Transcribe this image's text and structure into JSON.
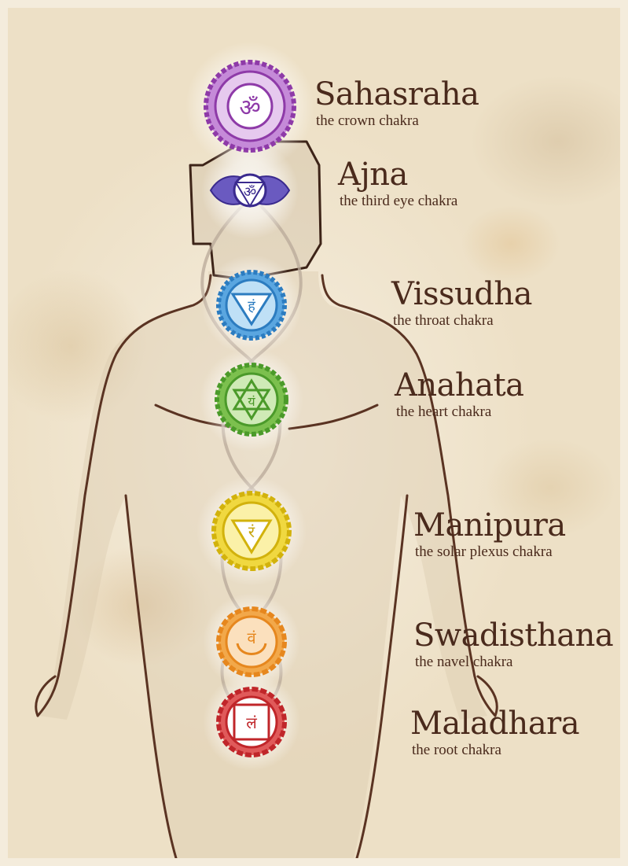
{
  "chakras": [
    {
      "name": "Sahasraha",
      "description": "the crown chakra",
      "color": "#8e3aa8",
      "symbol": "ॐ",
      "icon": "lotus-icon"
    },
    {
      "name": "Ajna",
      "description": "the third eye chakra",
      "color": "#4a3a9e",
      "symbol": "ॐ",
      "icon": "third-eye-icon"
    },
    {
      "name": "Vissudha",
      "description": "the throat chakra",
      "color": "#2c7cc0",
      "symbol": "हं",
      "icon": "throat-icon"
    },
    {
      "name": "Anahata",
      "description": "the heart chakra",
      "color": "#4b9a2a",
      "symbol": "यं",
      "icon": "heart-icon"
    },
    {
      "name": "Manipura",
      "description": "the solar plexus chakra",
      "color": "#e0c410",
      "symbol": "रं",
      "icon": "solar-plexus-icon"
    },
    {
      "name": "Swadisthana",
      "description": "the navel chakra",
      "color": "#e6871e",
      "symbol": "वं",
      "icon": "navel-icon"
    },
    {
      "name": "Maladhara",
      "description": "the root chakra",
      "color": "#c0262a",
      "symbol": "लं",
      "icon": "root-icon"
    }
  ]
}
